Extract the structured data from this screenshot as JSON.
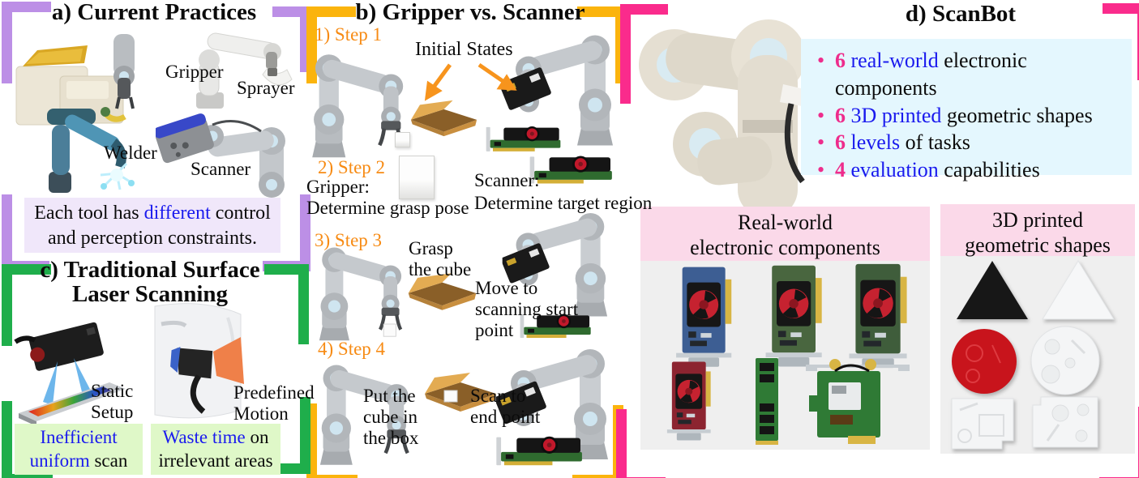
{
  "panel_a": {
    "title": "a) Current Practices",
    "labels": {
      "gripper": "Gripper",
      "sprayer": "Sprayer",
      "welder": "Welder",
      "scanner": "Scanner"
    },
    "caption": {
      "pre": "Each tool has ",
      "highlight": "different",
      "post": " control and perception constraints."
    }
  },
  "panel_b": {
    "title": "b) Gripper vs. Scanner",
    "steps": {
      "s1": "1) Step 1",
      "s2": "2) Step 2",
      "s3": "3) Step 3",
      "s4": "4) Step 4"
    },
    "initial_states": "Initial States",
    "gripper_step2_line1": "Gripper:",
    "gripper_step2_line2": "Determine grasp pose",
    "scanner_step2_line1": "Scanner:",
    "scanner_step2_line2": "Determine target region",
    "gripper_step3": "Grasp the cube",
    "scanner_step3": "Move to scanning start point",
    "gripper_step4": "Put the cube in the box",
    "scanner_step4": "Scan to end point"
  },
  "panel_c": {
    "title_line1": "c) Traditional Surface",
    "title_line2": "Laser Scanning",
    "static_label": "Static Setup",
    "motion_label": "Predefined Motion",
    "caption_left": {
      "highlight": "Inefficient uniform",
      "rest": " scan"
    },
    "caption_right": {
      "highlight": "Waste time",
      "rest": " on irrelevant areas"
    }
  },
  "panel_d": {
    "title": "d) ScanBot",
    "bullets": [
      {
        "num": "6",
        "blue": "real-world",
        "rest": " electronic components"
      },
      {
        "num": "6",
        "blue": "3D printed",
        "rest": " geometric shapes"
      },
      {
        "num": "6",
        "blue": "levels",
        "rest": " of tasks"
      },
      {
        "num": "4",
        "blue": "evaluation",
        "rest": " capabilities"
      }
    ],
    "section_electronics_line1": "Real-world",
    "section_electronics_line2": "electronic components",
    "section_shapes_line1": "3D printed",
    "section_shapes_line2": "geometric shapes"
  },
  "colors": {
    "panel_a_bracket": "#BC8FE6",
    "panel_b_bracket": "#FBB40D",
    "panel_c_bracket": "#1FAE4B",
    "panel_d_bracket": "#FA2B8C",
    "step_text": "#F78B14",
    "highlight_blue": "#1A1AEE",
    "highlight_pink": "#EE2D8C",
    "caption_a_bg": "#F0E7FA",
    "caption_c_bg": "#DFF8C8",
    "bullets_bg": "#E4F7FE",
    "section_header_bg": "#FBD9E9",
    "section_body_bg": "#EFEFEF"
  }
}
